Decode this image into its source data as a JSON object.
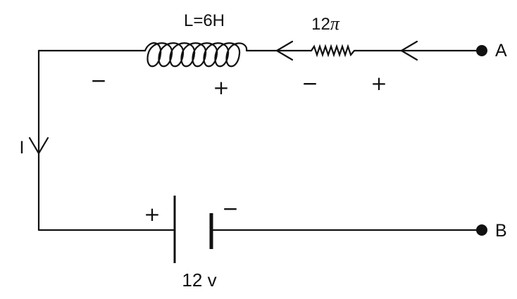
{
  "components": {
    "inductor": {
      "label": "L=6H"
    },
    "resistor": {
      "value": "12",
      "symbol": "π"
    },
    "battery": {
      "label": "12 v",
      "plus": "+",
      "minus": "−"
    }
  },
  "polarity": {
    "inductor_left": "−",
    "inductor_right": "+",
    "resistor_left": "−",
    "resistor_right": "+"
  },
  "current": {
    "label": "I"
  },
  "terminals": {
    "a": "A",
    "b": "B"
  }
}
